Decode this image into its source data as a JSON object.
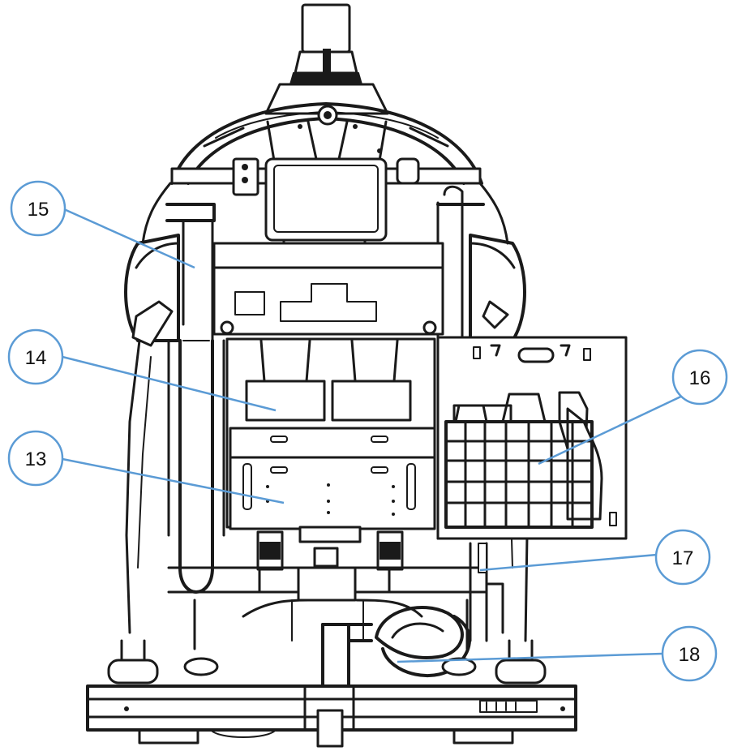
{
  "diagram": {
    "subject": "floor-scrubber-rear-view",
    "callout_color": "#5b9bd5",
    "line_color": "#1a1a1a",
    "callouts": [
      {
        "id": "c15",
        "label": "15"
      },
      {
        "id": "c14",
        "label": "14"
      },
      {
        "id": "c13",
        "label": "13"
      },
      {
        "id": "c16",
        "label": "16"
      },
      {
        "id": "c17",
        "label": "17"
      },
      {
        "id": "c18",
        "label": "18"
      }
    ]
  }
}
